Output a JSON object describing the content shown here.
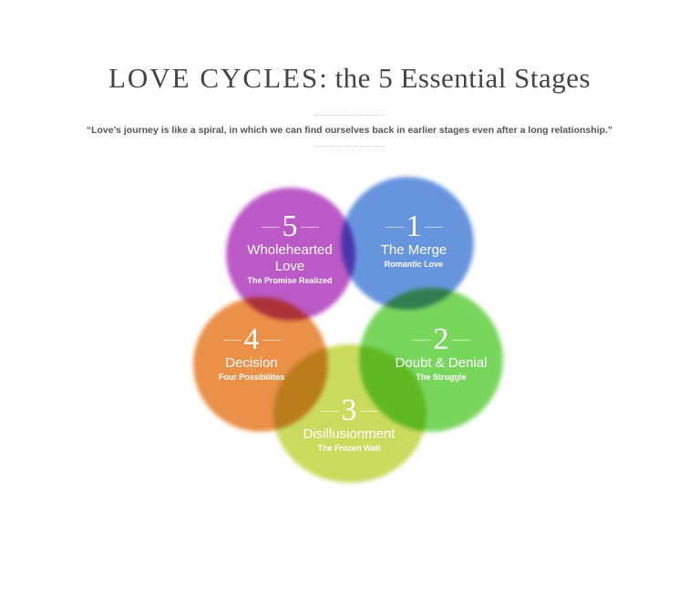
{
  "title": {
    "caps": "LOVE CYCLES",
    "rest": ": the 5 Essential Stages"
  },
  "quote": "“Love’s journey is like a spiral, in which we can find ourselves back in earlier stages even after a long relationship.”",
  "colors": {
    "stage1": "#5f8fdc",
    "stage2": "#72d454",
    "stage3": "#c8d955",
    "stage4": "#e98a3e",
    "stage5": "#b850c4"
  },
  "stages": [
    {
      "number": "1",
      "name": "The Merge",
      "subtitle": "Romantic Love"
    },
    {
      "number": "2",
      "name": "Doubt & Denial",
      "subtitle": "The Struggle"
    },
    {
      "number": "3",
      "name": "Disillusionment",
      "subtitle": "The Frozen Wall"
    },
    {
      "number": "4",
      "name": "Decision",
      "subtitle": "Four Possibilites"
    },
    {
      "number": "5",
      "name": "Wholehearted Love",
      "subtitle": "The Promise Realized"
    }
  ]
}
